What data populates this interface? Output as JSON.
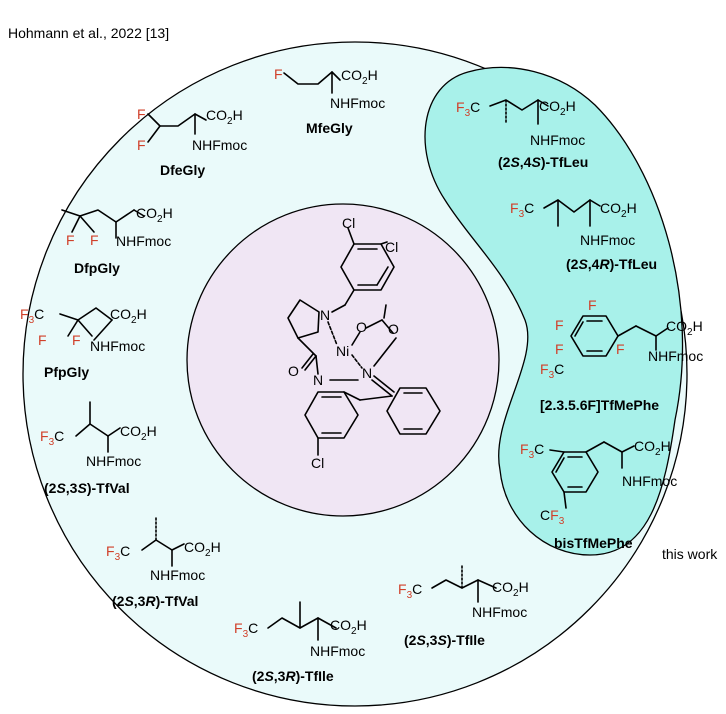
{
  "citation": "Hohmann et al., 2022 [13]",
  "this_work_label": "this work",
  "colors": {
    "outer_fill": "#eafafa",
    "inner_fill": "#f0e6f4",
    "highlight_fill": "#a8f1ea",
    "fluorine": "#d0402a"
  },
  "center_complex": {
    "atoms": {
      "cl1": "Cl",
      "cl2": "Cl",
      "cl3": "Cl",
      "n1": "N",
      "ni": "Ni",
      "o1": "O",
      "o2": "O",
      "o3": "O",
      "n2": "N",
      "n3": "N"
    }
  },
  "compounds": {
    "mfegly": {
      "name": "MfeGly",
      "F": "F",
      "acid": "CO",
      "acid2": "H",
      "nh": "NHFmoc"
    },
    "dfegly": {
      "name": "DfeGly",
      "F1": "F",
      "F2": "F",
      "acid": "CO",
      "acid2": "H",
      "nh": "NHFmoc"
    },
    "dfpgly": {
      "name": "DfpGly",
      "F1": "F",
      "F2": "F",
      "acid": "CO",
      "acid2": "H",
      "nh": "NHFmoc"
    },
    "pfpgly": {
      "name": "PfpGly",
      "F3": "F",
      "F1": "F",
      "F2": "F",
      "acid": "CO",
      "acid2": "H",
      "nh": "NHFmoc"
    },
    "tfval1": {
      "name_p1": "(2",
      "name_S1": "S",
      "name_p2": ",3",
      "name_S2": "S",
      "name_p3": ")-TfVal",
      "F3": "F",
      "acid": "CO",
      "acid2": "H",
      "nh": "NHFmoc"
    },
    "tfval2": {
      "name_p1": "(2",
      "name_S1": "S",
      "name_p2": ",3",
      "name_S2": "R",
      "name_p3": ")-TfVal",
      "F3": "F",
      "acid": "CO",
      "acid2": "H",
      "nh": "NHFmoc"
    },
    "tfile1": {
      "name_p1": "(2",
      "name_S1": "S",
      "name_p2": ",3",
      "name_S2": "R",
      "name_p3": ")-TfIle",
      "F3": "F",
      "acid": "CO",
      "acid2": "H",
      "nh": "NHFmoc"
    },
    "tfile2": {
      "name_p1": "(2",
      "name_S1": "S",
      "name_p2": ",3",
      "name_S2": "S",
      "name_p3": ")-TfIle",
      "F3": "F",
      "acid": "CO",
      "acid2": "H",
      "nh": "NHFmoc"
    },
    "tfleu1": {
      "name_p1": "(2",
      "name_S1": "S",
      "name_p2": ",4",
      "name_S2": "S",
      "name_p3": ")-TfLeu",
      "F3": "F",
      "acid": "CO",
      "acid2": "H",
      "nh": "NHFmoc"
    },
    "tfleu2": {
      "name_p1": "(2",
      "name_S1": "S",
      "name_p2": ",4",
      "name_S2": "R",
      "name_p3": ")-TfLeu",
      "F3": "F",
      "acid": "CO",
      "acid2": "H",
      "nh": "NHFmoc"
    },
    "tfmephe": {
      "name": "[2.3.5.6F]TfMePhe",
      "F1": "F",
      "F2": "F",
      "F3": "F",
      "F4": "F",
      "CF3": "F",
      "acid": "CO",
      "acid2": "H",
      "nh": "NHFmoc"
    },
    "bistfmephe": {
      "name": "bisTfMePhe",
      "CF3a": "F",
      "CF3b": "F",
      "acid": "CO",
      "acid2": "H",
      "nh": "NHFmoc"
    }
  }
}
